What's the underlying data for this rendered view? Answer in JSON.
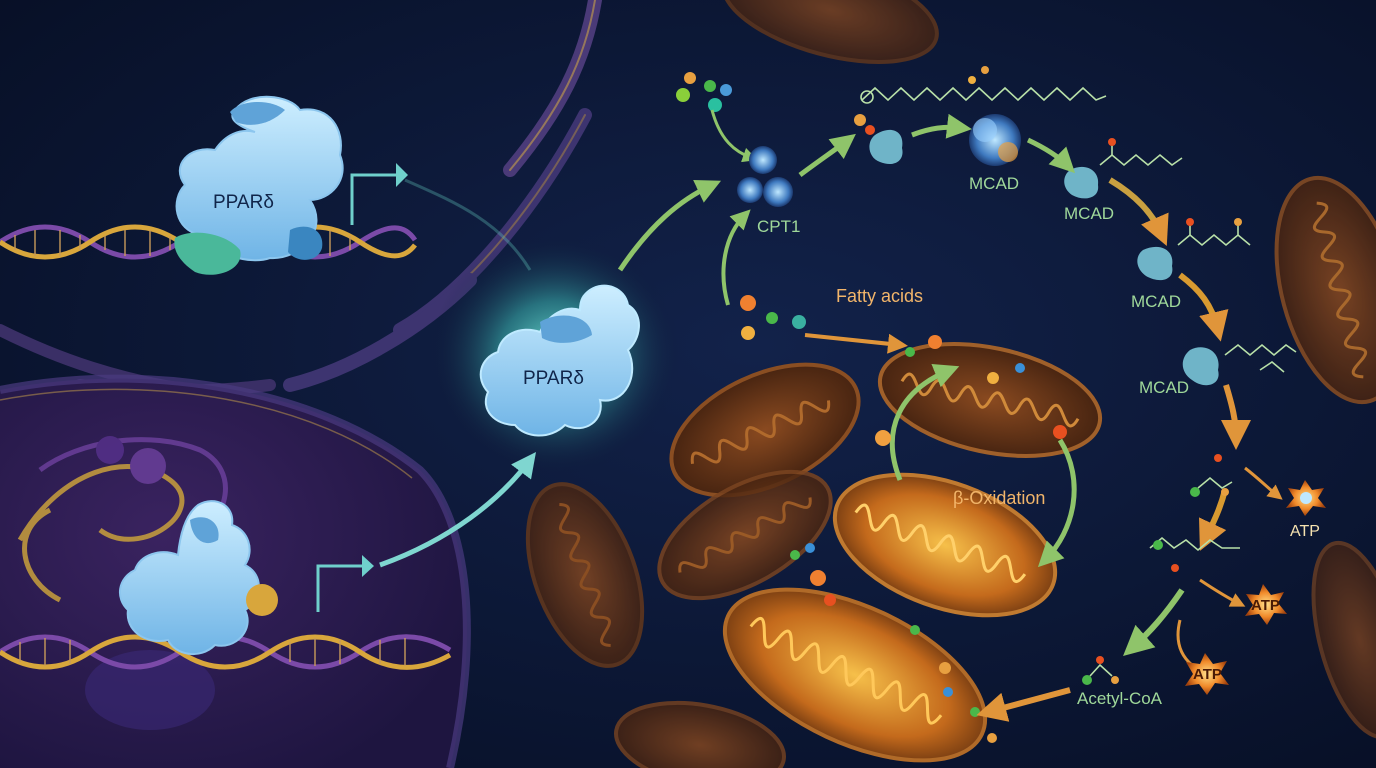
{
  "labels": {
    "ppar_nucleus": "PPARδ",
    "ppar_center": "PPARδ",
    "cpt1": "CPT1",
    "mcad_1": "MCAD",
    "mcad_2": "MCAD",
    "mcad_3": "MCAD",
    "mcad_4": "MCAD",
    "fatty_acids": "Fatty acids",
    "beta_oxidation": "β-Oxidation",
    "atp_1": "ATP",
    "atp_2": "ATP",
    "atp_3": "ATP",
    "acetyl_coa": "Acetyl-CoA"
  },
  "colors": {
    "background": "#0b1530",
    "protein": "#9fd3f5",
    "glow": "#5fe0d0",
    "dna_gold": "#d8a63c",
    "dna_purple": "#7b4aa8",
    "mitochondria": "#7a3f1c",
    "pathway_green": "#8fc46a",
    "pathway_orange": "#e0953a",
    "atp": "#f5a23a"
  }
}
